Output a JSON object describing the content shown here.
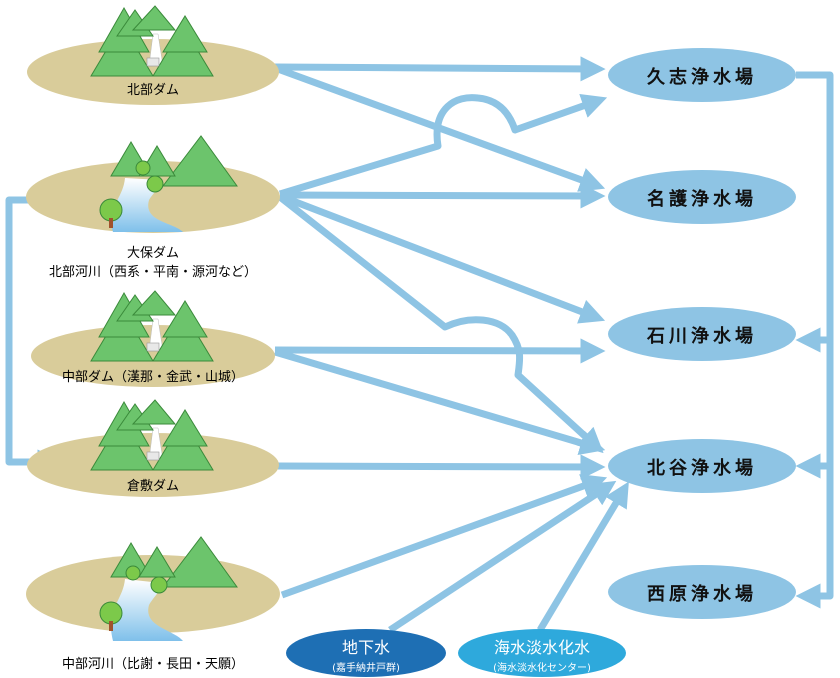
{
  "sources": {
    "hokubu_dam": "北部ダム",
    "okuma_dam": "大保ダム",
    "hokubu_rivers": "北部河川（西系・平南・源河など）",
    "chubu_dam": "中部ダム（漢那・金武・山城）",
    "kurashiki_dam": "倉敷ダム",
    "chubu_rivers": "中部河川（比謝・長田・天願）",
    "groundwater": "地下水",
    "groundwater_sub": "(嘉手納井戸群)",
    "desal": "海水淡水化水",
    "desal_sub": "(海水淡水化センター)"
  },
  "plants": {
    "kushi": "久志浄水場",
    "nago": "名護浄水場",
    "ishikawa": "石川浄水場",
    "chatan": "北谷浄水場",
    "nishihara": "西原浄水場"
  },
  "colors": {
    "arrow": "#8ec4e4",
    "plant": "#8ec4e4",
    "island": "#d9cc9a",
    "mountain": "#6cc46c",
    "groundwater": "#1e6fb4",
    "desal": "#2ea9dc"
  }
}
